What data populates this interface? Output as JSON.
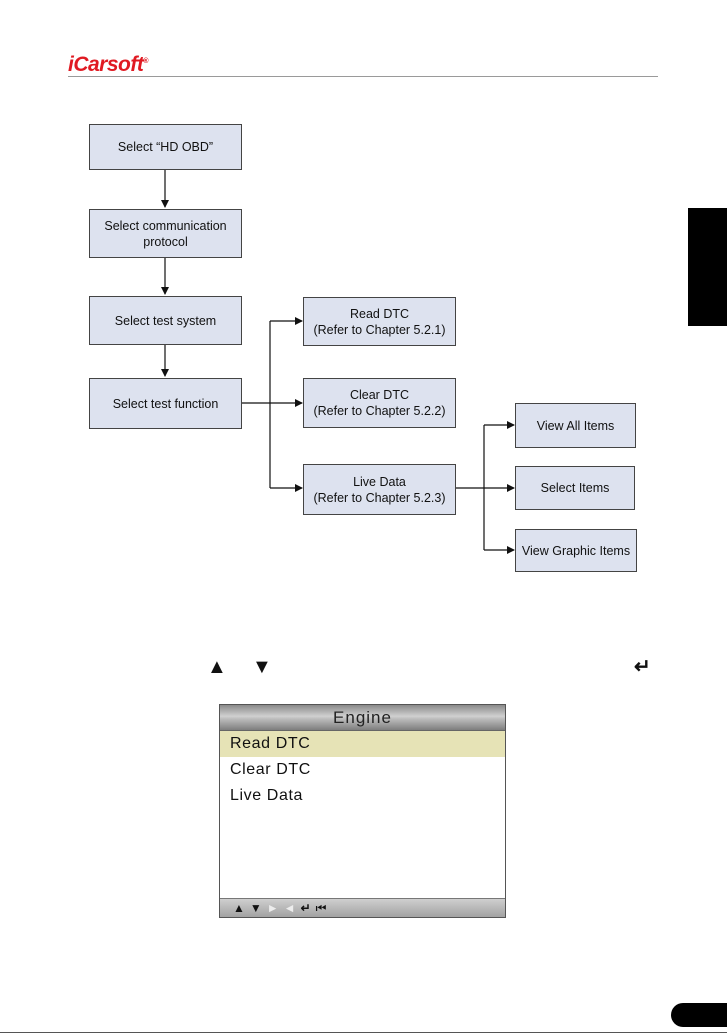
{
  "brand": {
    "name": "iCarsoft",
    "mark": "®"
  },
  "flowchart": {
    "nodes": [
      {
        "id": "hd-obd",
        "label": "Select “HD OBD”"
      },
      {
        "id": "protocol",
        "label": "Select communication\nprotocol"
      },
      {
        "id": "test-system",
        "label": "Select test system"
      },
      {
        "id": "test-function",
        "label": "Select test function"
      },
      {
        "id": "read-dtc",
        "label": "Read DTC\n(Refer to Chapter 5.2.1)"
      },
      {
        "id": "clear-dtc",
        "label": "Clear DTC\n(Refer to Chapter 5.2.2)"
      },
      {
        "id": "live-data",
        "label": "Live Data\n(Refer to Chapter 5.2.3)"
      },
      {
        "id": "view-all",
        "label": "View All Items"
      },
      {
        "id": "select-items",
        "label": "Select Items"
      },
      {
        "id": "view-graphic",
        "label": "View Graphic Items"
      }
    ]
  },
  "hint_icons": {
    "up": "up-arrow-icon",
    "down": "down-arrow-icon",
    "enter": "enter-key-icon"
  },
  "device_screen": {
    "title": "Engine",
    "menu": [
      "Read DTC",
      "Clear DTC",
      "Live Data"
    ],
    "selected_index": 0,
    "footer_keys": [
      "up-arrow-icon",
      "down-arrow-icon",
      "right-arrow-icon",
      "left-arrow-icon",
      "enter-key-icon",
      "back-key-icon"
    ]
  },
  "colors": {
    "box_fill": "#dde2ef",
    "brand_red": "#e01a22",
    "menu_highlight": "#e6e3b6"
  }
}
